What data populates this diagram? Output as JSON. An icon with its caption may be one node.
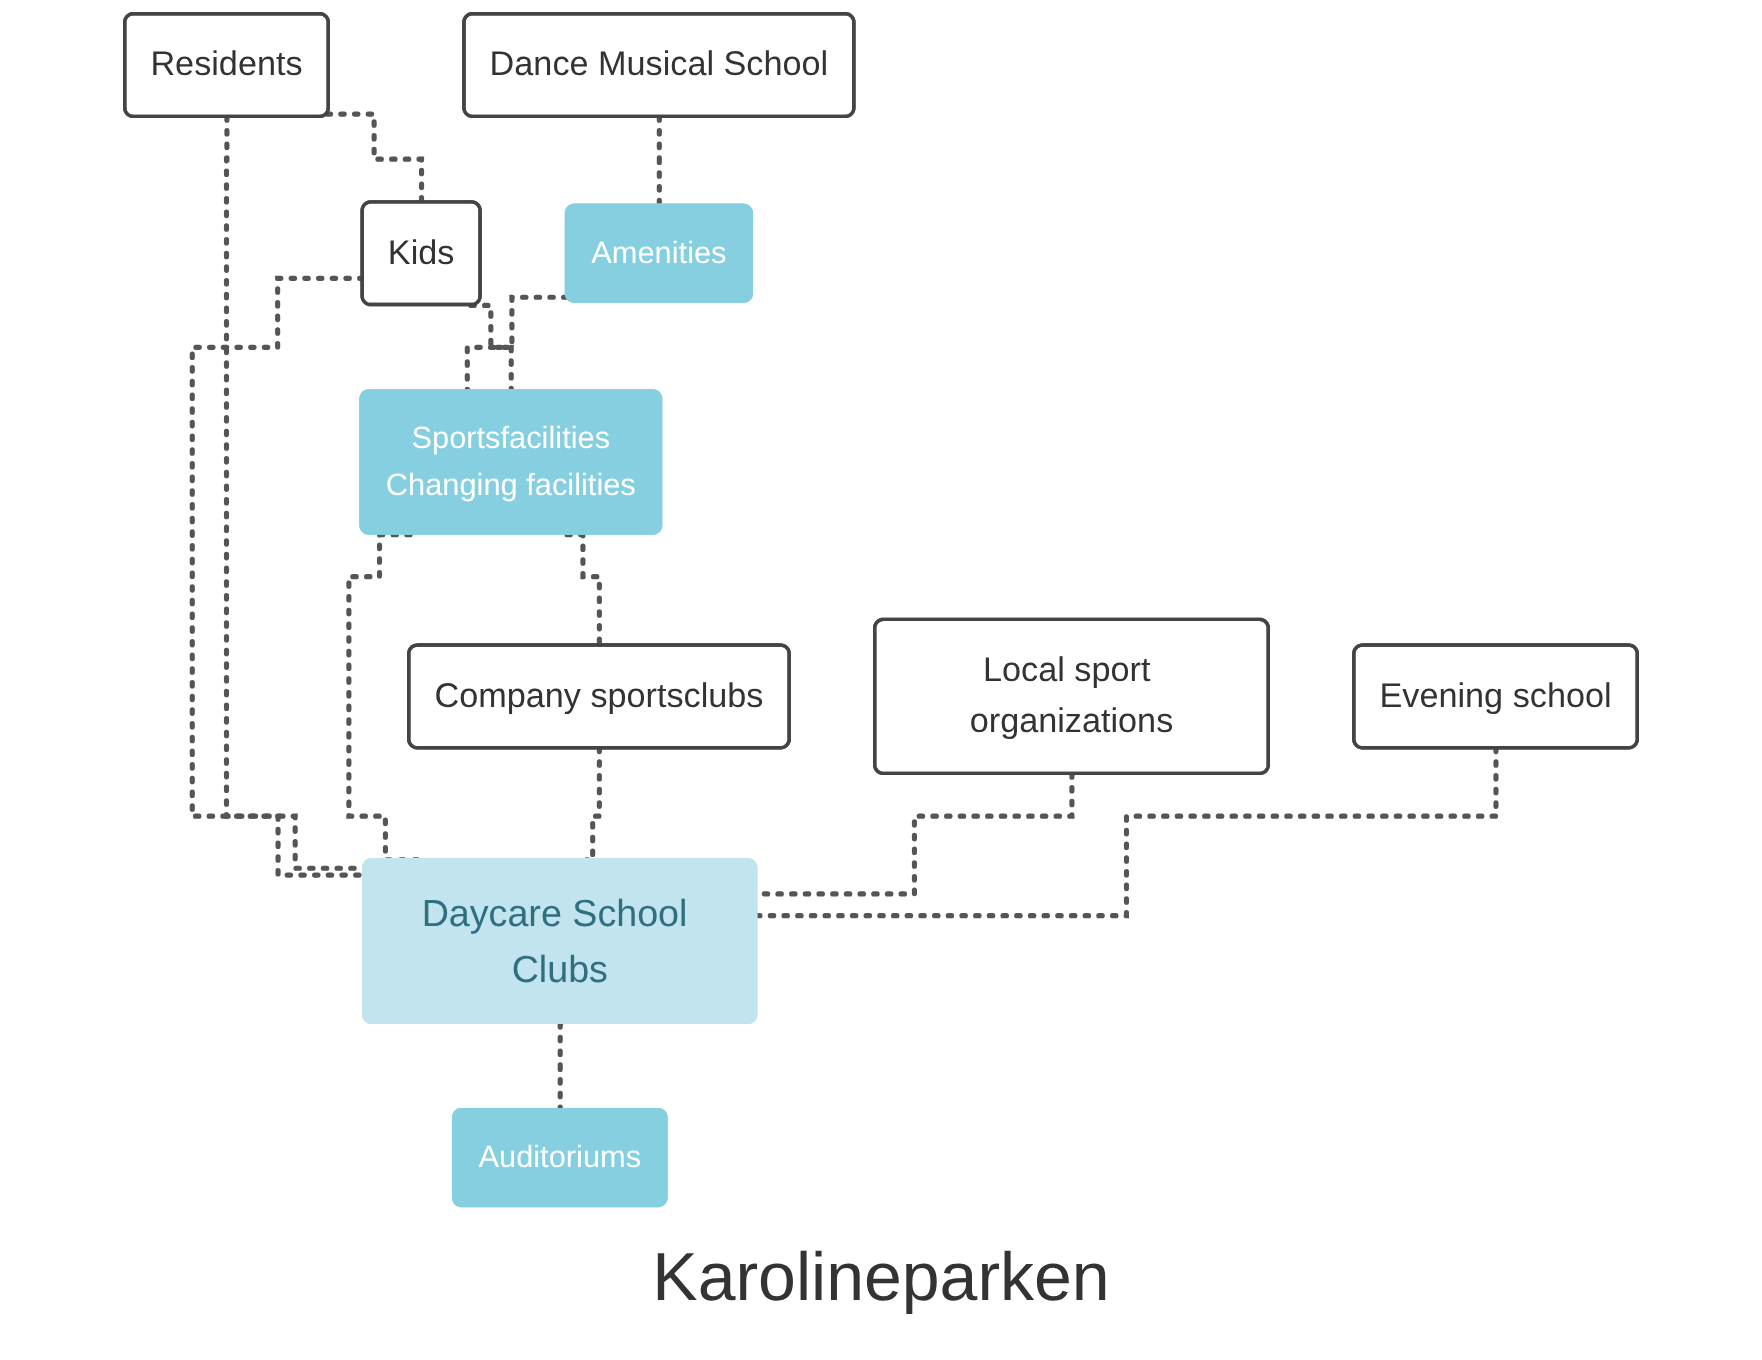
{
  "diagram": {
    "caption": "Karolineparken",
    "nodes": [
      {
        "text": [
          "Dance Musical School"
        ]
      },
      {
        "text": [
          "Amenities"
        ]
      },
      {
        "text": [
          "Kids"
        ]
      },
      {
        "text": [
          "Sportsfacilities",
          "Changing facilities"
        ]
      },
      {
        "text": [
          "Company sportsclubs"
        ]
      },
      {
        "text": [
          "Residents"
        ]
      },
      {
        "text": [
          "Local sport organizations"
        ]
      },
      {
        "text": [
          "Evening school"
        ]
      },
      {
        "text": [
          "Daycare School Clubs"
        ]
      },
      {
        "text": [
          "Auditoriums"
        ]
      }
    ],
    "edges": [
      {
        "from": 0,
        "to": 1,
        "arrow": "none",
        "style": "dashed"
      },
      {
        "from": 1,
        "to": 3,
        "arrow": "none",
        "style": "dashed"
      },
      {
        "from": 2,
        "to": 3,
        "arrow": "none",
        "style": "dashed"
      },
      {
        "from": 3,
        "to": 4,
        "arrow": "none",
        "style": "dashed"
      },
      {
        "from": 2,
        "to": 8,
        "arrow": "none",
        "style": "dashed"
      },
      {
        "from": 5,
        "to": 2,
        "arrow": "none",
        "style": "dashed"
      },
      {
        "from": 5,
        "to": 8,
        "arrow": "none",
        "style": "dashed"
      },
      {
        "from": 3,
        "to": 8,
        "arrow": "none",
        "style": "dashed"
      },
      {
        "from": 4,
        "to": 8,
        "arrow": "none",
        "style": "dashed"
      },
      {
        "from": 6,
        "to": 8,
        "arrow": "none",
        "style": "dashed"
      },
      {
        "from": 7,
        "to": 8,
        "arrow": "none",
        "style": "dashed"
      },
      {
        "from": 8,
        "to": 9,
        "arrow": "none",
        "style": "dashed"
      }
    ]
  }
}
